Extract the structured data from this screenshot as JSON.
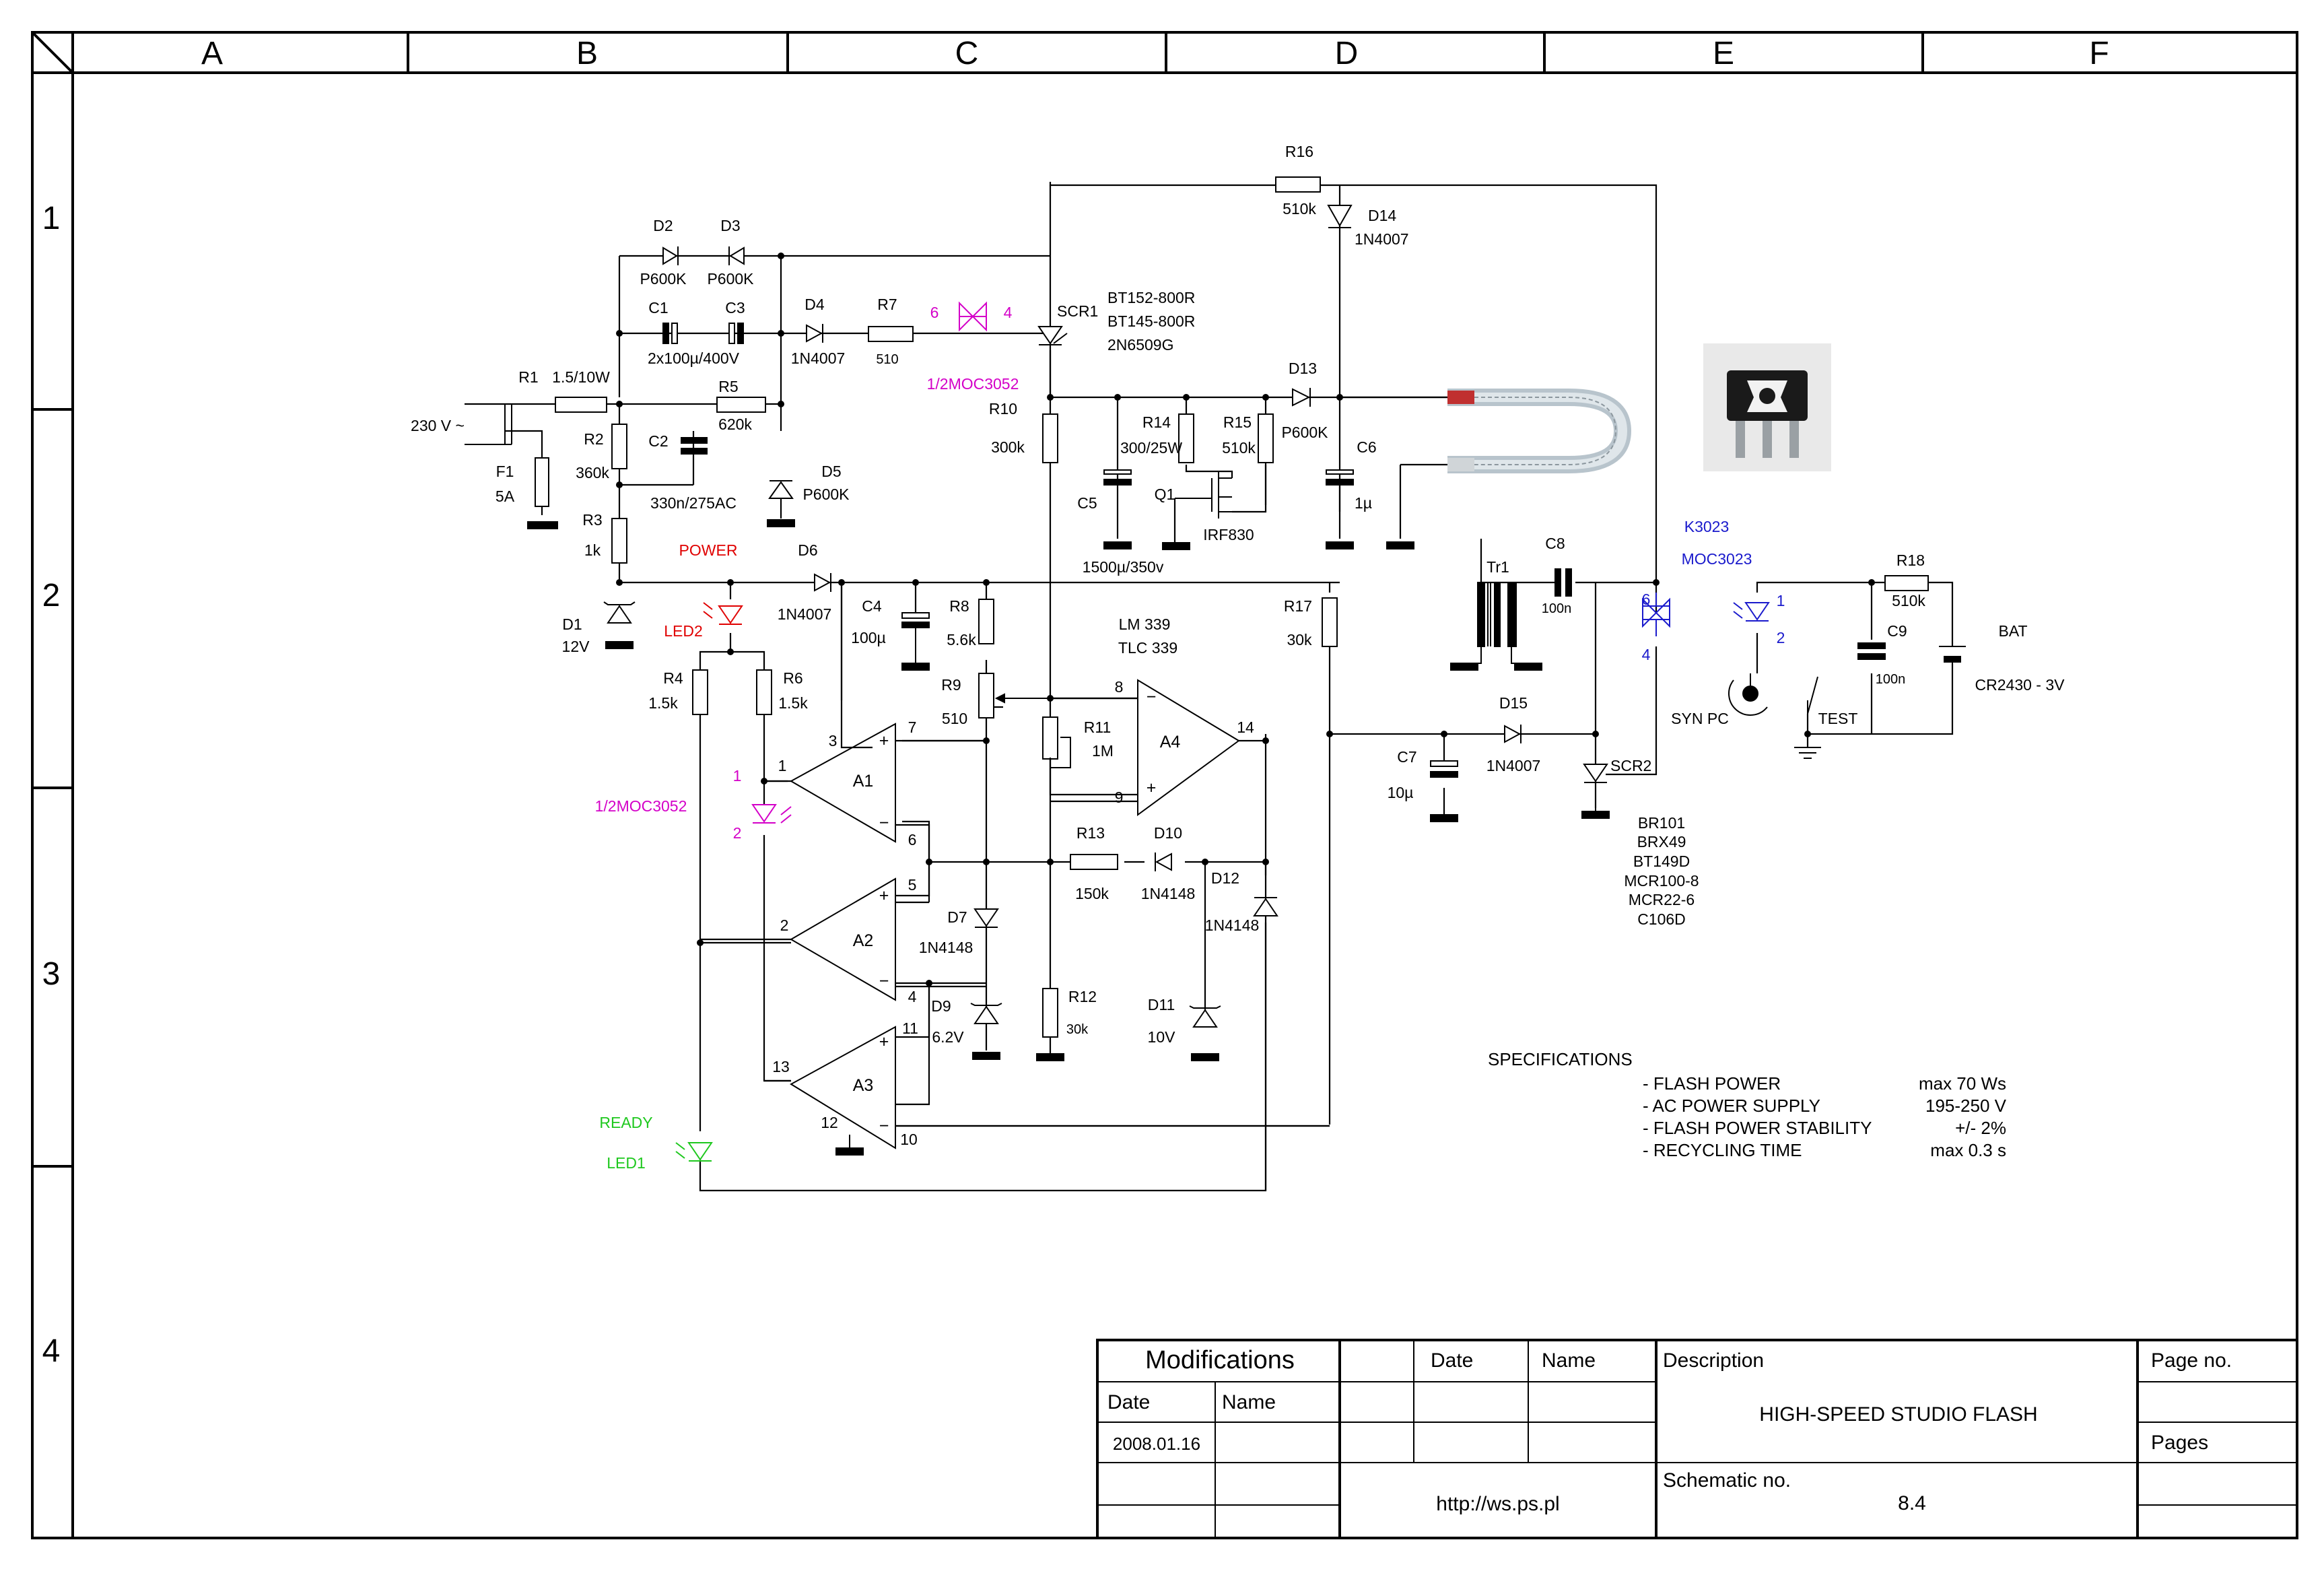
{
  "grid": {
    "columns": [
      "A",
      "B",
      "C",
      "D",
      "E",
      "F"
    ],
    "rows": [
      "1",
      "2",
      "3",
      "4"
    ]
  },
  "components": {
    "R16": "R16",
    "R16_val": "510k",
    "D14": "D14",
    "D14_val": "1N4007",
    "D2": "D2",
    "D2_val": "P600K",
    "D3": "D3",
    "D3_val": "P600K",
    "C1": "C1",
    "C3": "C3",
    "C1_val": "2x100µ/400V",
    "D4": "D4",
    "D4_val": "1N4007",
    "R7": "R7",
    "R7_val": "510",
    "opto_pin6": "6",
    "opto_pin4": "4",
    "opto_top": "1/2MOC3052",
    "SCR1": "SCR1",
    "SCR1_types": [
      "BT152-800R",
      "BT145-800R",
      "2N6509G"
    ],
    "R1": "R1",
    "R1_val": "1.5/10W",
    "R5": "R5",
    "R5_val": "620k",
    "mains": "230 V ~",
    "F1": "F1",
    "F1_val": "5A",
    "R2": "R2",
    "R2_val": "360k",
    "C2": "C2",
    "C2_val": "330n/275AC",
    "D5": "D5",
    "D5_val": "P600K",
    "R10": "R10",
    "R10_val": "300k",
    "R14": "R14",
    "R14_val": "300/25W",
    "R15": "R15",
    "R15_val": "510k",
    "D13": "D13",
    "D13_val": "P600K",
    "C6": "C6",
    "C6_val": "1µ",
    "C5": "C5",
    "C5_val": "1500µ/350v",
    "Q1": "Q1",
    "Q1_val": "IRF830",
    "R3": "R3",
    "R3_val": "1k",
    "power": "POWER",
    "D6": "D6",
    "D6_val": "1N4007",
    "C4": "C4",
    "C4_val": "100µ",
    "R8": "R8",
    "R8_val": "5.6k",
    "R17": "R17",
    "R17_val": "30k",
    "Tr1": "Tr1",
    "C8": "C8",
    "C8_val": "100n",
    "K3023": "K3023",
    "MOC3023": "MOC3023",
    "moc_pins": [
      "6",
      "4",
      "1",
      "2"
    ],
    "R18": "R18",
    "R18_val": "510k",
    "C9": "C9",
    "C9_val": "100n",
    "BAT": "BAT",
    "BAT_val": "CR2430 - 3V",
    "D1": "D1",
    "D1_val": "12V",
    "LED2": "LED2",
    "lm339": [
      "LM 339",
      "TLC 339"
    ],
    "R9": "R9",
    "R9_val": "510",
    "R11": "R11",
    "R11_val": "1M",
    "R4": "R4",
    "R4_val": "1.5k",
    "R6": "R6",
    "R6_val": "1.5k",
    "opto_bottom": "1/2MOC3052",
    "led_pin1": "1",
    "led_pin2": "2",
    "A1": "A1",
    "A2": "A2",
    "A3": "A3",
    "A4": "A4",
    "pins": {
      "p3": "3",
      "p7": "7",
      "p1": "1",
      "p6": "6",
      "p5": "5",
      "p2": "2",
      "p4": "4",
      "p13": "13",
      "p11": "11",
      "p12": "12",
      "p10": "10",
      "p8": "8",
      "p9": "9",
      "p14": "14"
    },
    "R13": "R13",
    "R13_val": "150k",
    "D10": "D10",
    "D10_val": "1N4148",
    "D12": "D12",
    "D12_val": "1N4148",
    "D7": "D7",
    "D7_val": "1N4148",
    "D9": "D9",
    "D9_val": "6.2V",
    "R12": "R12",
    "R12_val": "30k",
    "D11": "D11",
    "D11_val": "10V",
    "D15": "D15",
    "D15_val": "1N4007",
    "C7": "C7",
    "C7_val": "10µ",
    "SCR2": "SCR2",
    "SCR2_types": [
      "BR101",
      "BRX49",
      "BT149D",
      "MCR100-8",
      "MCR22-6",
      "C106D"
    ],
    "syn": "SYN PC",
    "test": "TEST",
    "ready": "READY",
    "LED1": "LED1"
  },
  "specifications": {
    "title": "SPECIFICATIONS",
    "items": [
      {
        "name": "- FLASH POWER",
        "value": "max 70 Ws"
      },
      {
        "name": "- AC POWER SUPPLY",
        "value": "195-250 V"
      },
      {
        "name": "- FLASH POWER STABILITY",
        "value": "+/- 2%"
      },
      {
        "name": "- RECYCLING TIME",
        "value": "max 0.3 s"
      }
    ]
  },
  "title_block": {
    "modifications": "Modifications",
    "date_header": "Date",
    "name_header": "Name",
    "date_header2": "Date",
    "name_header2": "Name",
    "entry_date": "2008.01.16",
    "description_label": "Description",
    "description": "HIGH-SPEED STUDIO FLASH",
    "page_no": "Page no.",
    "pages": "Pages",
    "url": "http://ws.ps.pl",
    "schematic_no_label": "Schematic no.",
    "schematic_no": "8.4"
  },
  "colors": {
    "optocoupler": "#d400c8",
    "power_led": "#e00000",
    "moc3023": "#1a1acc",
    "ready_led": "#1ec81e"
  }
}
